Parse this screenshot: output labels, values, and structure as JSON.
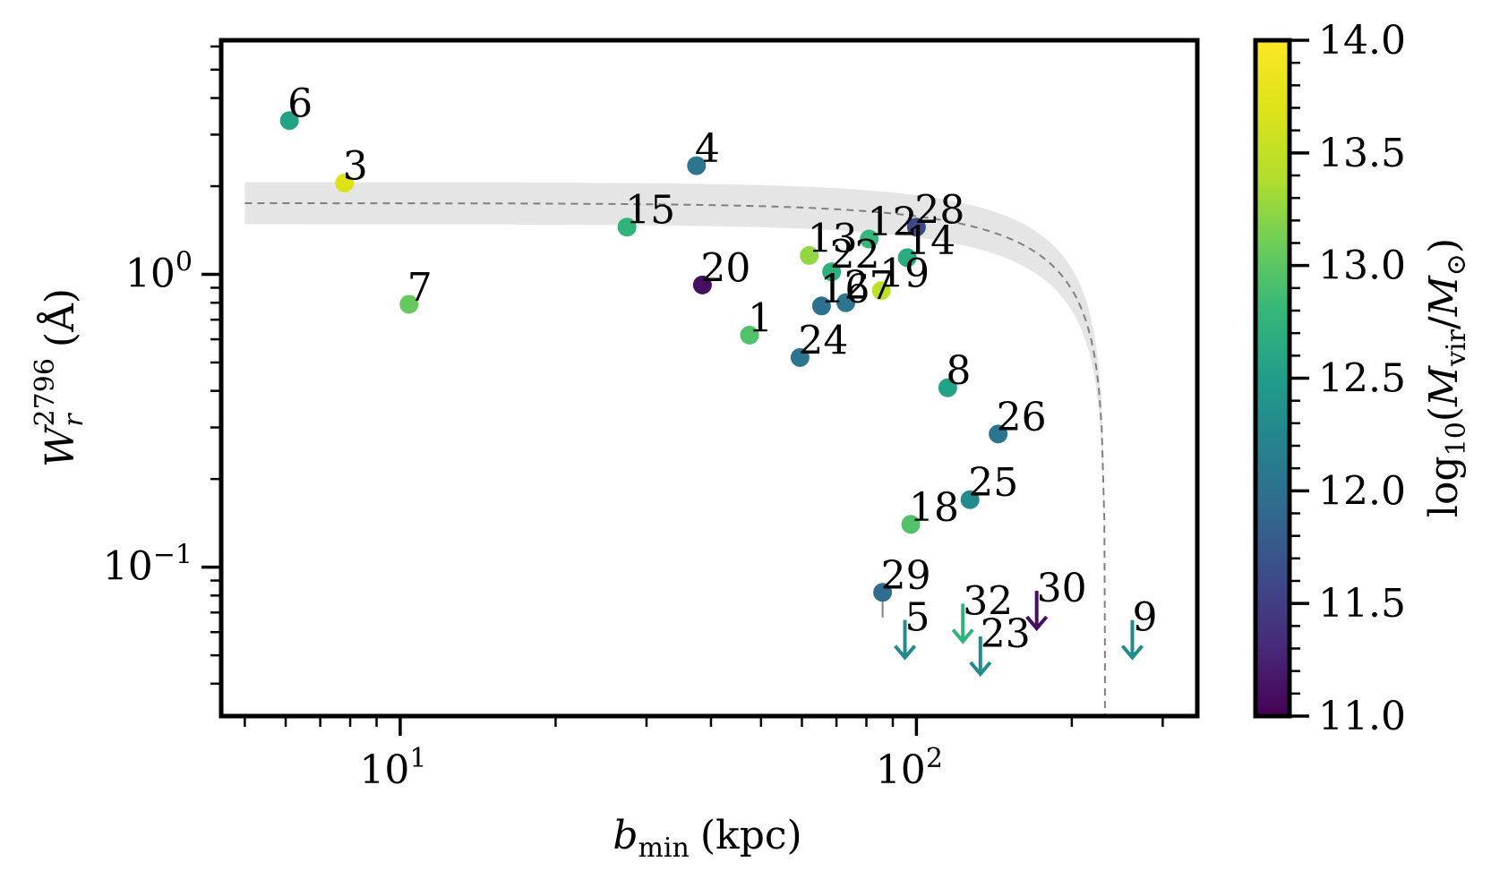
{
  "chart_data": {
    "type": "scatter",
    "xscale": "log",
    "yscale": "log",
    "xlim": [
      4.5,
      350
    ],
    "ylim": [
      0.031,
      6.3
    ],
    "xlabel": {
      "main": "b",
      "sub": "min",
      "unit": "(kpc)"
    },
    "ylabel": {
      "main": "W",
      "sub": "r",
      "sup": "2796",
      "unit": "(Å)"
    },
    "xticks": [
      {
        "value": 10,
        "base": "10",
        "exp": "1"
      },
      {
        "value": 100,
        "base": "10",
        "exp": "2"
      }
    ],
    "yticks": [
      {
        "value": 0.1,
        "base": "10",
        "exp": "−1"
      },
      {
        "value": 1,
        "base": "10",
        "exp": "0"
      }
    ],
    "colorbar": {
      "label": {
        "pre": "log",
        "sub10": "10",
        "open": "(",
        "main": "M",
        "sub": "vir",
        "slash": "/",
        "main2": "M",
        "sub2": "⊙",
        "close": ")"
      },
      "range": [
        11.0,
        14.0
      ],
      "ticks": [
        "11.0",
        "11.5",
        "12.0",
        "12.5",
        "13.0",
        "13.5",
        "14.0"
      ],
      "colormap": "viridis"
    },
    "fit_curve": {
      "style": "dashed",
      "color": "#808080",
      "band_color": "#e5e5e5"
    },
    "points": [
      {
        "label": "6",
        "x": 6.1,
        "y": 3.35,
        "mass": 12.55
      },
      {
        "label": "3",
        "x": 7.8,
        "y": 2.05,
        "mass": 13.7
      },
      {
        "label": "7",
        "x": 10.4,
        "y": 0.79,
        "mass": 13.05
      },
      {
        "label": "15",
        "x": 27.5,
        "y": 1.45,
        "mass": 12.75
      },
      {
        "label": "4",
        "x": 37.5,
        "y": 2.35,
        "mass": 12.05
      },
      {
        "label": "20",
        "x": 38.5,
        "y": 0.92,
        "mass": 11.1
      },
      {
        "label": "1",
        "x": 47.5,
        "y": 0.62,
        "mass": 12.95
      },
      {
        "label": "24",
        "x": 59.5,
        "y": 0.52,
        "mass": 12.05
      },
      {
        "label": "13",
        "x": 62.0,
        "y": 1.16,
        "mass": 13.25
      },
      {
        "label": "22",
        "x": 68.5,
        "y": 1.02,
        "mass": 12.7
      },
      {
        "label": "16",
        "x": 65.5,
        "y": 0.78,
        "mass": 12.0
      },
      {
        "label": "27",
        "x": 73.0,
        "y": 0.8,
        "mass": 12.05
      },
      {
        "label": "12",
        "x": 81.0,
        "y": 1.32,
        "mass": 12.8
      },
      {
        "label": "19",
        "x": 85.5,
        "y": 0.88,
        "mass": 13.45
      },
      {
        "label": "28",
        "x": 100.0,
        "y": 1.45,
        "mass": 11.6
      },
      {
        "label": "14",
        "x": 96.0,
        "y": 1.14,
        "mass": 12.65
      },
      {
        "label": "8",
        "x": 115.0,
        "y": 0.41,
        "mass": 12.55
      },
      {
        "label": "26",
        "x": 144.0,
        "y": 0.285,
        "mass": 12.05
      },
      {
        "label": "25",
        "x": 127.0,
        "y": 0.17,
        "mass": 12.3
      },
      {
        "label": "18",
        "x": 97.5,
        "y": 0.14,
        "mass": 12.95
      },
      {
        "label": "29",
        "x": 86.0,
        "y": 0.082,
        "mass": 11.95
      }
    ],
    "upper_limits": [
      {
        "label": "32",
        "x": 123.0,
        "y": 0.075,
        "mass": 12.75
      },
      {
        "label": "30",
        "x": 171.0,
        "y": 0.083,
        "mass": 11.1
      },
      {
        "label": "5",
        "x": 95.0,
        "y": 0.066,
        "mass": 12.3
      },
      {
        "label": "23",
        "x": 133.0,
        "y": 0.058,
        "mass": 12.3
      },
      {
        "label": "9",
        "x": 262.0,
        "y": 0.066,
        "mass": 12.3
      }
    ]
  }
}
